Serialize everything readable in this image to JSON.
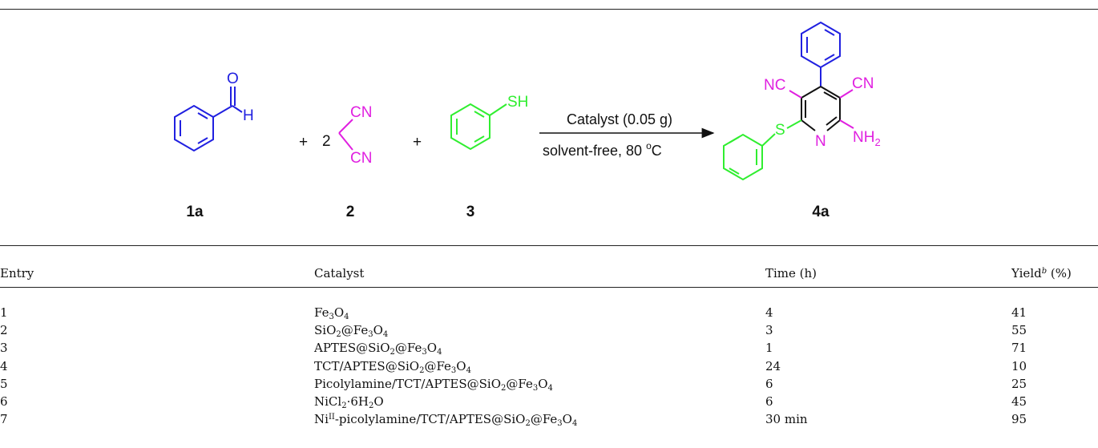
{
  "scheme": {
    "reactants": [
      {
        "id": "1a",
        "color": "#2020e0"
      },
      {
        "id": "2",
        "coefficient": "2",
        "groups": [
          "CN",
          "CN"
        ],
        "color": "#e020e0"
      },
      {
        "id": "3",
        "group": "SH",
        "color": "#30ee30"
      }
    ],
    "plus": "+",
    "aldehyde_atoms": {
      "o": "O",
      "h": "H"
    },
    "conditions": {
      "above": "Catalyst (0.05 g)",
      "below_text": "solvent-free, 80 ",
      "below_unit": "C",
      "degree": "o"
    },
    "product": {
      "id": "4a",
      "groups": {
        "left": "NC",
        "right": "CN",
        "s": "S",
        "n": "N",
        "nh2": "NH",
        "nh2_sub": "2"
      }
    }
  },
  "table": {
    "headers": {
      "entry": "Entry",
      "catalyst": "Catalyst",
      "time": "Time (h)",
      "yield_pre": "Yield",
      "yield_sup": "b",
      "yield_post": " (%)"
    },
    "rows": [
      {
        "entry": "1",
        "catalyst": [
          [
            "Fe",
            ""
          ],
          [
            "3",
            "sub"
          ],
          [
            "O",
            ""
          ],
          [
            "4",
            "sub"
          ]
        ],
        "time": "4",
        "yield": "41"
      },
      {
        "entry": "2",
        "catalyst": [
          [
            "SiO",
            ""
          ],
          [
            "2",
            "sub"
          ],
          [
            "@Fe",
            ""
          ],
          [
            "3",
            "sub"
          ],
          [
            "O",
            ""
          ],
          [
            "4",
            "sub"
          ]
        ],
        "time": "3",
        "yield": "55"
      },
      {
        "entry": "3",
        "catalyst": [
          [
            "APTES@SiO",
            ""
          ],
          [
            "2",
            "sub"
          ],
          [
            "@Fe",
            ""
          ],
          [
            "3",
            "sub"
          ],
          [
            "O",
            ""
          ],
          [
            "4",
            "sub"
          ]
        ],
        "time": "1",
        "yield": "71"
      },
      {
        "entry": "4",
        "catalyst": [
          [
            "TCT/APTES@SiO",
            ""
          ],
          [
            "2",
            "sub"
          ],
          [
            "@Fe",
            ""
          ],
          [
            "3",
            "sub"
          ],
          [
            "O",
            ""
          ],
          [
            "4",
            "sub"
          ]
        ],
        "time": "24",
        "yield": "10"
      },
      {
        "entry": "5",
        "catalyst": [
          [
            "Picolylamine/TCT/APTES@SiO",
            ""
          ],
          [
            "2",
            "sub"
          ],
          [
            "@Fe",
            ""
          ],
          [
            "3",
            "sub"
          ],
          [
            "O",
            ""
          ],
          [
            "4",
            "sub"
          ]
        ],
        "time": "6",
        "yield": "25"
      },
      {
        "entry": "6",
        "catalyst": [
          [
            "NiCl",
            ""
          ],
          [
            "2",
            "sub"
          ],
          [
            "·6H",
            ""
          ],
          [
            "2",
            "sub"
          ],
          [
            "O",
            ""
          ]
        ],
        "time": "6",
        "yield": "45"
      },
      {
        "entry": "7",
        "catalyst": [
          [
            "Ni",
            ""
          ],
          [
            "II",
            "sup"
          ],
          [
            "-picolylamine/TCT/APTES@SiO",
            ""
          ],
          [
            "2",
            "sub"
          ],
          [
            "@Fe",
            ""
          ],
          [
            "3",
            "sub"
          ],
          [
            "O",
            ""
          ],
          [
            "4",
            "sub"
          ]
        ],
        "time": "30 min",
        "yield": "95"
      }
    ]
  }
}
